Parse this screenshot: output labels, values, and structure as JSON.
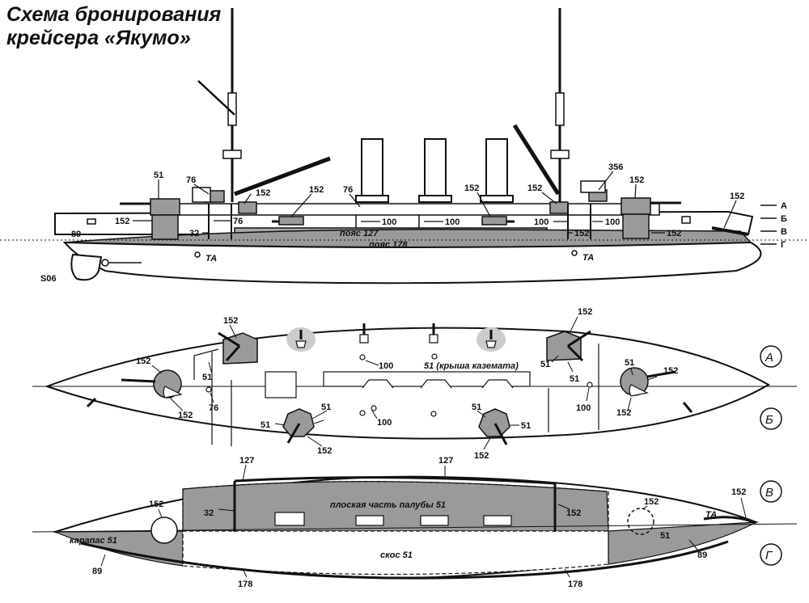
{
  "title_line1": "Схема бронирования",
  "title_line2": "крейсера «Якумо»",
  "side": {
    "frame_mark": "S06",
    "belt_upper": "пояс 127",
    "belt_main": "пояс 178",
    "ta1": "ТА",
    "ta2": "ТА",
    "l51": "51",
    "l76": "76",
    "l152a": "152",
    "l152b": "152",
    "l76b": "76",
    "l152c": "152",
    "l152d": "152",
    "l356": "356",
    "l152e": "152",
    "l152f": "152",
    "l152g": "152",
    "l76c": "76",
    "l100a": "100",
    "l100b": "100",
    "l100c": "100",
    "l100d": "100",
    "l32": "32",
    "l152h": "152",
    "l152i": "152",
    "l89": "89",
    "levA": "А",
    "levB": "Б",
    "levV": "В",
    "levG": "Г"
  },
  "deck_ab": {
    "l152a": "152",
    "l152b": "152",
    "l51a": "51",
    "l152c": "152",
    "l76": "76",
    "l100a": "100",
    "l51roof": "51 (крыша каземата)",
    "l100b": "100",
    "l51b": "51",
    "l51c": "51",
    "l152d": "152",
    "l51d": "51",
    "l51e": "51",
    "l152e": "152",
    "l152f": "152",
    "l51f": "51",
    "l152g": "152",
    "l51g": "51",
    "l51h": "51",
    "l100c": "100",
    "l152h": "152",
    "circA": "А",
    "circB": "Б"
  },
  "deck_vg": {
    "l127a": "127",
    "l127b": "127",
    "l32": "32",
    "l152a": "152",
    "l152b": "152",
    "l152c": "152",
    "l152d": "152",
    "flat": "плоская часть палубы 51",
    "karapas": "карапас 51",
    "skos": "скос 51",
    "ta": "ТА",
    "l51": "51",
    "l89a": "89",
    "l89b": "89",
    "l178a": "178",
    "l178b": "178",
    "circV": "В",
    "circG": "Г"
  }
}
